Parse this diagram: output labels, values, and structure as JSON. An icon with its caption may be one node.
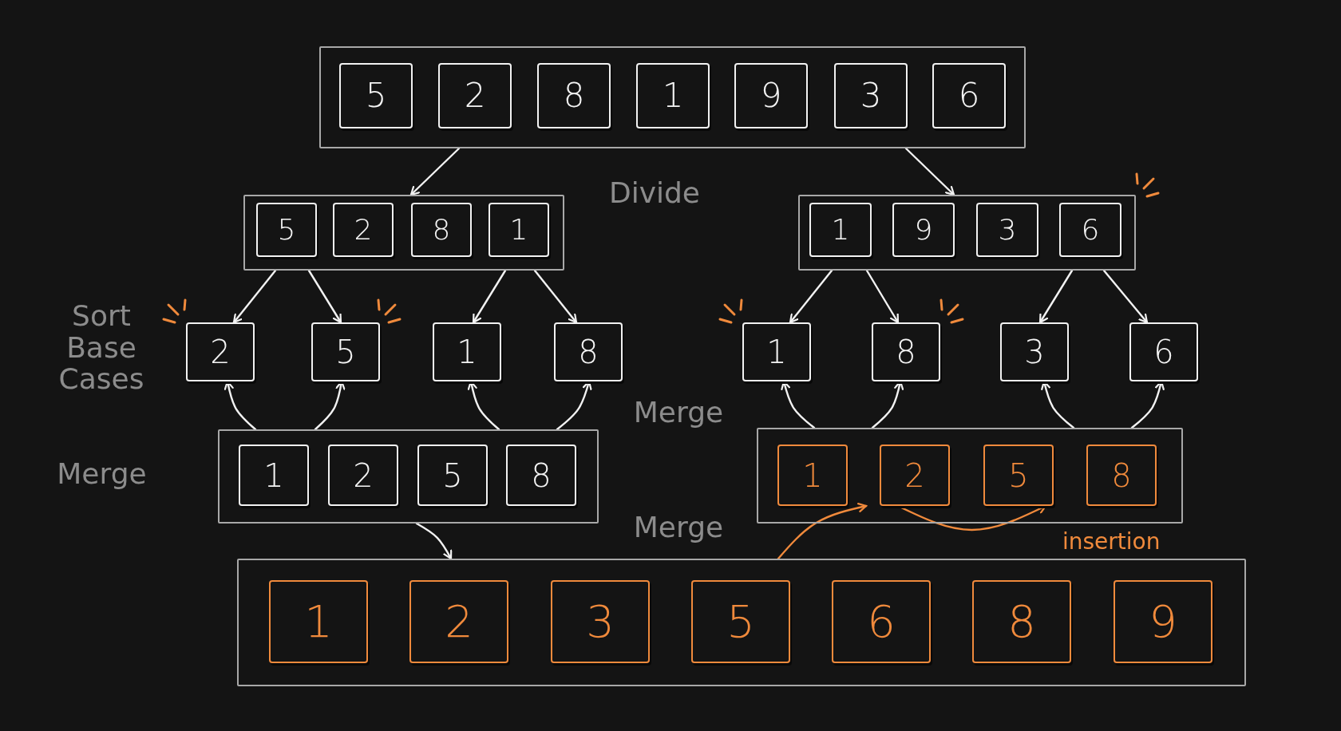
{
  "diagram": {
    "nodes": [
      {
        "text": [],
        "shape": "box"
      },
      {
        "text": [
          "5"
        ],
        "in": 0
      },
      {
        "text": [
          "2"
        ],
        "in": 0
      },
      {
        "text": [
          "8"
        ],
        "in": 0
      },
      {
        "text": [
          "1"
        ],
        "in": 0
      },
      {
        "text": [
          "9"
        ],
        "in": 0
      },
      {
        "text": [
          "3"
        ],
        "in": 0
      },
      {
        "text": [
          "6"
        ],
        "in": 0
      },
      {
        "text": [],
        "shape": "box"
      },
      {
        "text": [
          "5"
        ],
        "in": 8
      },
      {
        "text": [
          "2"
        ],
        "in": 8
      },
      {
        "text": [
          "8"
        ],
        "in": 8
      },
      {
        "text": [
          "1"
        ],
        "in": 8
      },
      {
        "text": [],
        "shape": "box"
      },
      {
        "text": [
          "1"
        ],
        "in": 13
      },
      {
        "text": [
          "9"
        ],
        "in": 13
      },
      {
        "text": [
          "3"
        ],
        "in": 13
      },
      {
        "text": [
          "6"
        ],
        "in": 13
      },
      {
        "text": [
          "2"
        ]
      },
      {
        "text": [
          "5"
        ]
      },
      {
        "text": [
          "1"
        ]
      },
      {
        "text": [
          "8"
        ]
      },
      {
        "text": [
          "1"
        ]
      },
      {
        "text": [
          "8"
        ]
      },
      {
        "text": [
          "3"
        ]
      },
      {
        "text": [
          "6"
        ]
      },
      {
        "text": [],
        "shape": "box"
      },
      {
        "text": [
          "1"
        ],
        "in": 26
      },
      {
        "text": [
          "2"
        ],
        "in": 26
      },
      {
        "text": [
          "5"
        ],
        "in": 26
      },
      {
        "text": [
          "8"
        ],
        "in": 26
      },
      {
        "text": [],
        "shape": "box"
      },
      {
        "text": [
          "1"
        ],
        "in": 31
      },
      {
        "text": [
          "2"
        ],
        "in": 31
      },
      {
        "text": [
          "5"
        ],
        "in": 31
      },
      {
        "text": [
          "8"
        ],
        "in": 31
      },
      {
        "text": [],
        "shape": "box"
      },
      {
        "text": [
          "1"
        ],
        "in": 36
      },
      {
        "text": [
          "2"
        ],
        "in": 36
      },
      {
        "text": [
          "3"
        ],
        "in": 36
      },
      {
        "text": [
          "5"
        ],
        "in": 36
      },
      {
        "text": [
          "6"
        ],
        "in": 36
      },
      {
        "text": [
          "8"
        ],
        "in": 36
      },
      {
        "text": [
          "9"
        ],
        "in": 36
      }
    ],
    "edges": [
      {
        "from": 0,
        "to": 8,
        "arrow": "to"
      },
      {
        "from": 0,
        "to": 13,
        "arrow": "to"
      },
      {
        "from": 8,
        "to": 18,
        "arrow": "to"
      },
      {
        "from": 8,
        "to": 19,
        "arrow": "to"
      },
      {
        "from": 8,
        "to": 20,
        "arrow": "to"
      },
      {
        "from": 8,
        "to": 21,
        "arrow": "to"
      },
      {
        "from": 13,
        "to": 22,
        "arrow": "to"
      },
      {
        "from": 13,
        "to": 23,
        "arrow": "to"
      },
      {
        "from": 13,
        "to": 24,
        "arrow": "to"
      },
      {
        "from": 13,
        "to": 25,
        "arrow": "to"
      },
      {
        "from": 26,
        "to": 18,
        "arrow": "to"
      },
      {
        "from": 26,
        "to": 19,
        "arrow": "to"
      },
      {
        "from": 26,
        "to": 20,
        "arrow": "to"
      },
      {
        "from": 26,
        "to": 21,
        "arrow": "to"
      },
      {
        "from": 31,
        "to": 22,
        "arrow": "to"
      },
      {
        "from": 31,
        "to": 23,
        "arrow": "to"
      },
      {
        "from": 31,
        "to": 24,
        "arrow": "to"
      },
      {
        "from": 31,
        "to": 25,
        "arrow": "to"
      },
      {
        "from": 26,
        "to": 36,
        "arrow": "to"
      },
      {
        "from": 36,
        "to": 33,
        "arrow": "to",
        "color": "#f08a3c"
      },
      {
        "from": 33,
        "to": 34,
        "arrow": "to",
        "color": "#f08a3c",
        "label": "insertion"
      }
    ],
    "labels": [
      "Divide",
      "Sort Base Cases",
      "Merge",
      "Merge",
      "Merge"
    ]
  }
}
